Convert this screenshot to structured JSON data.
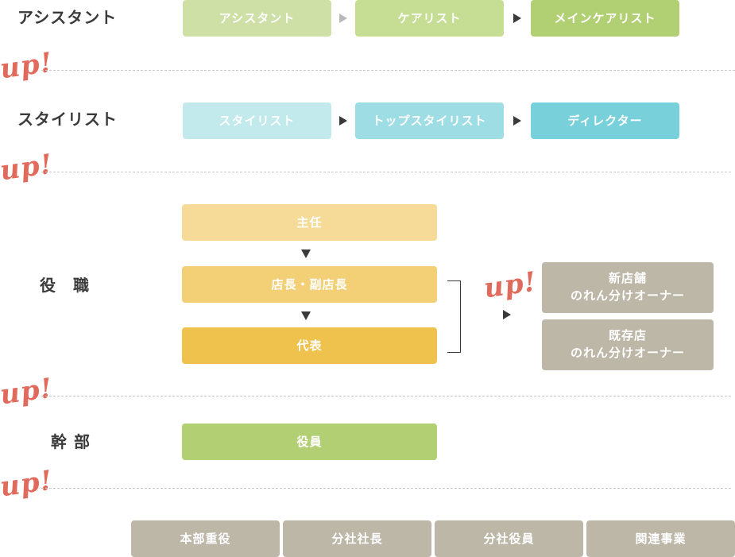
{
  "rows": {
    "assistant": {
      "label": "アシスタント",
      "steps": [
        "アシスタント",
        "ケアリスト",
        "メインケアリスト"
      ]
    },
    "stylist": {
      "label": "スタイリスト",
      "steps": [
        "スタイリスト",
        "トップスタイリスト",
        "ディレクター"
      ]
    },
    "position": {
      "label": "役　職",
      "steps": [
        "主任",
        "店長・副店長",
        "代表"
      ],
      "owners": [
        "新店舗\nのれん分けオーナー",
        "既存店\nのれん分けオーナー"
      ]
    },
    "executive": {
      "label": "幹 部",
      "steps": [
        "役員"
      ]
    },
    "bottom": [
      "本部重役",
      "分社社長",
      "分社役員",
      "関連事業"
    ]
  },
  "up_mark": "up!",
  "colors": {
    "green_light": "#cfe0a7",
    "green_mid": "#c6de93",
    "green_dark": "#b1cf73",
    "blue_light": "#c2e9ec",
    "blue_mid": "#9fdde4",
    "blue_dark": "#78d0db",
    "yellow_light": "#f6db98",
    "yellow_mid": "#f3cf76",
    "yellow_dark": "#efc24e",
    "executive": "#b3cf73",
    "gray": "#bdb7a8",
    "up": "#e06b5c"
  }
}
